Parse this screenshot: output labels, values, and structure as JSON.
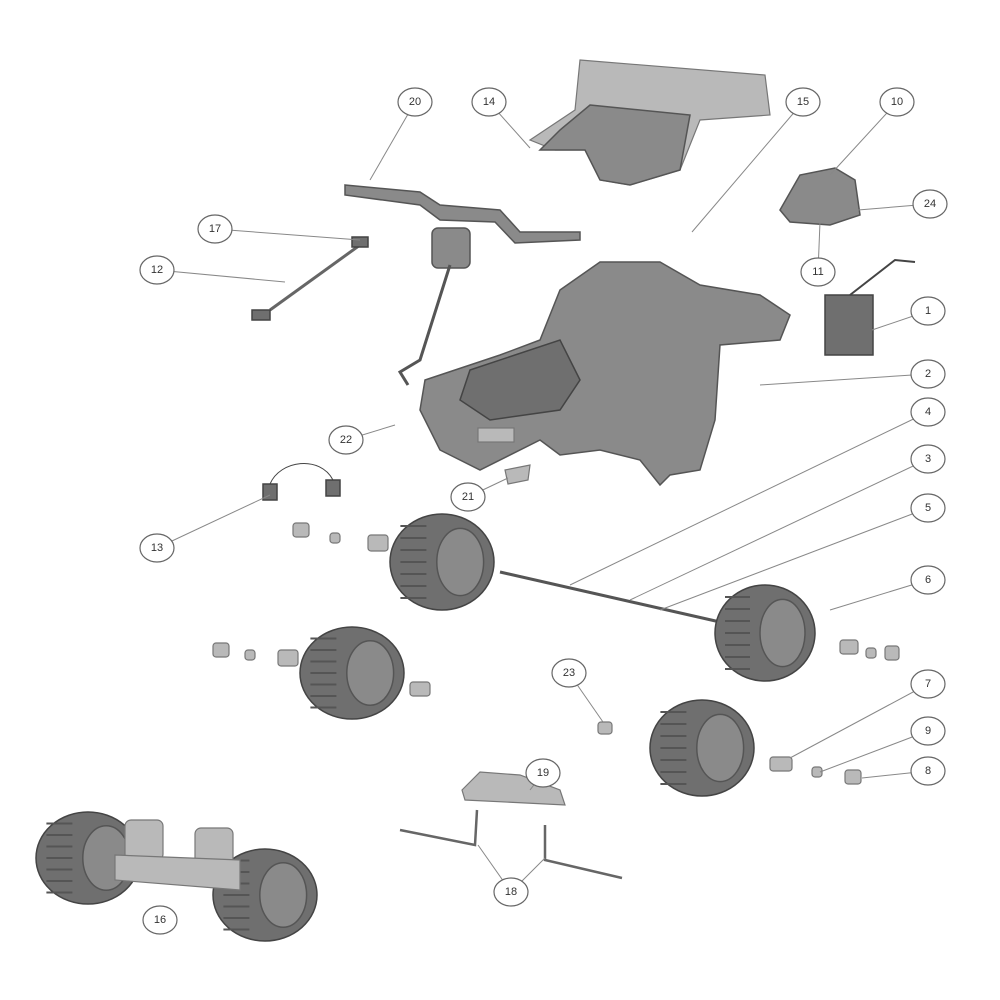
{
  "diagram": {
    "type": "exploded-parts-diagram",
    "callouts": [
      "20",
      "14",
      "15",
      "10",
      "24",
      "11",
      "17",
      "12",
      "1",
      "2",
      "4",
      "3",
      "5",
      "22",
      "21",
      "13",
      "6",
      "23",
      "7",
      "9",
      "8",
      "19",
      "18",
      "16"
    ]
  }
}
